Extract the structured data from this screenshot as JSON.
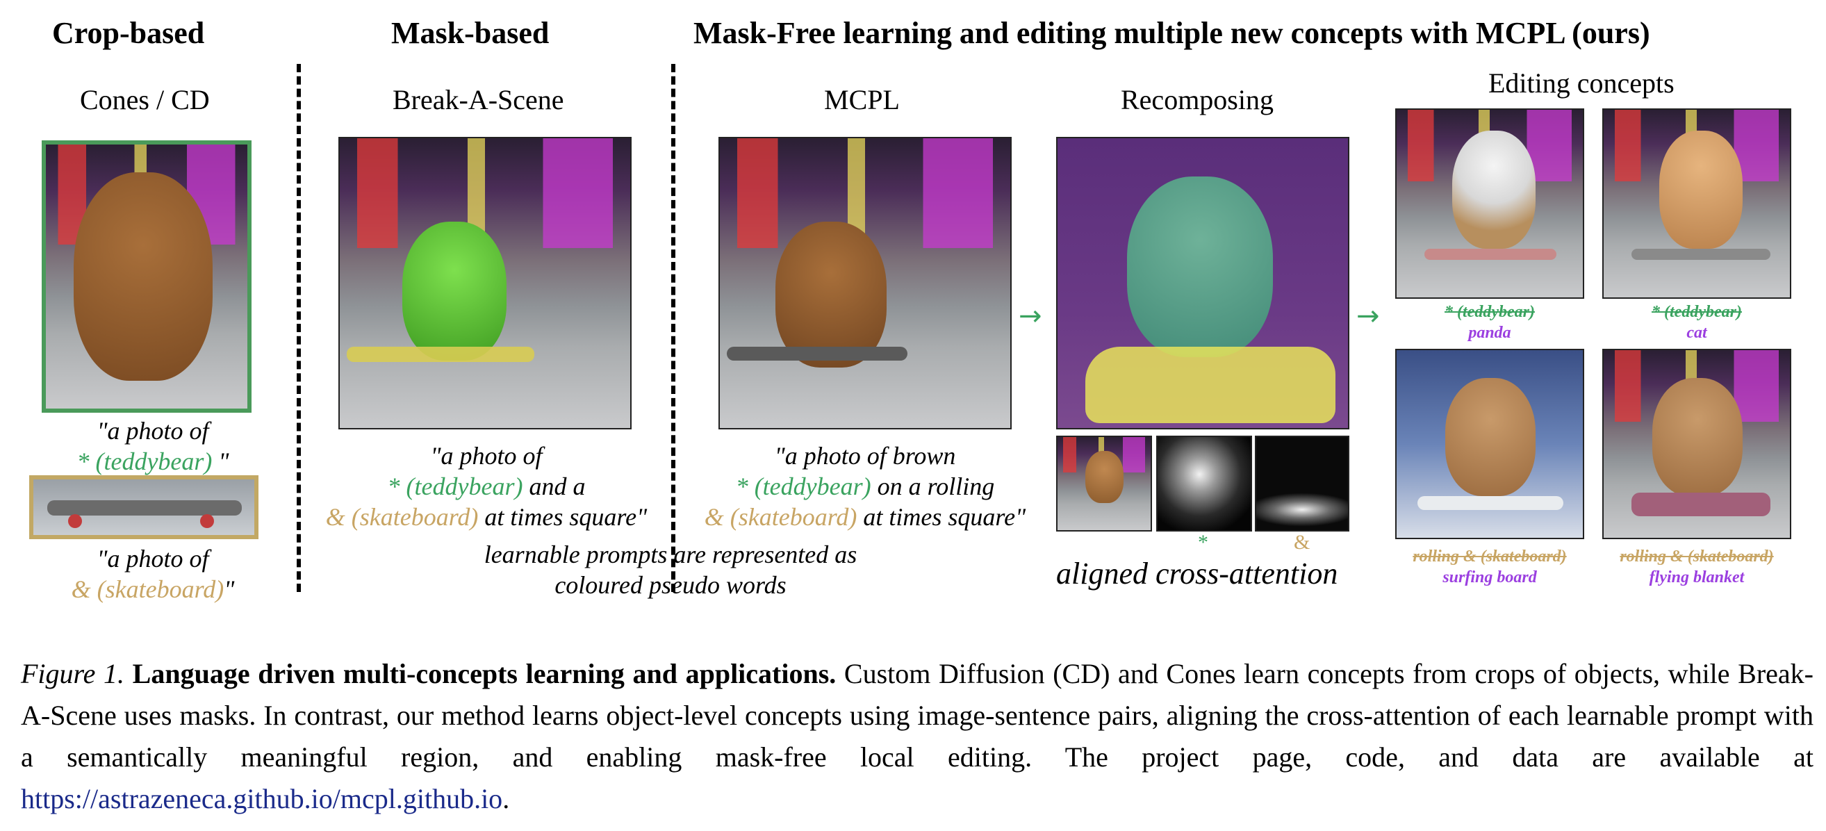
{
  "headers": {
    "crop": "Crop-based",
    "mask": "Mask-based",
    "maskfree": "Mask-Free learning and editing multiple new concepts with MCPL (ours)"
  },
  "subtitles": {
    "cones": "Cones / CD",
    "break": "Break-A-Scene",
    "mcpl": "MCPL",
    "recomposing": "Recomposing",
    "editing": "Editing concepts"
  },
  "captions": {
    "crop1_a": "\"a photo of",
    "crop1_b": "* (teddybear)",
    "crop1_c": " \"",
    "crop2_a": "\"a photo of",
    "crop2_b": "& (skateboard)",
    "crop2_c": "\"",
    "bas_a": "\"a photo of",
    "bas_b": "* (teddybear)",
    "bas_c": " and a",
    "bas_d": "& (skateboard)",
    "bas_e": " at times square\"",
    "mcpl_a": "\"a photo of brown",
    "mcpl_b": "* (teddybear)",
    "mcpl_c": " on a rolling",
    "mcpl_d": "& (skateboard)",
    "mcpl_e": " at times square\"",
    "learnable_1": "learnable prompts are represented as",
    "learnable_2": "coloured pseudo words",
    "attn_star": "*",
    "attn_amp": "&",
    "aligned": "aligned cross-attention"
  },
  "edits": [
    {
      "strike": "* (teddybear)",
      "new": "panda",
      "strike_color": "green"
    },
    {
      "strike": "* (teddybear)",
      "new": "cat",
      "strike_color": "green"
    },
    {
      "strike": "rolling & (skateboard)",
      "new": "surfing board",
      "strike_color": "gold"
    },
    {
      "strike": "rolling & (skateboard)",
      "new": "flying blanket",
      "strike_color": "gold"
    }
  ],
  "figure_caption": {
    "label": "Figure 1.",
    "bold": "Language driven multi-concepts learning and applications.",
    "text": " Custom Diffusion (CD) and Cones learn concepts from crops of objects, while Break-A-Scene uses masks. In contrast, our method learns object-level concepts using image-sentence pairs, aligning the cross-attention of each learnable prompt with a semantically meaningful region, and enabling mask-free local editing. The project page, code, and data are available at ",
    "link": "https://astrazeneca.github.io/mcpl.github.io",
    "end": "."
  },
  "colors": {
    "concept_green": "#3aa35f",
    "concept_gold": "#c8a564",
    "edit_purple": "#9b3fe0",
    "link_blue": "#1a2a8a"
  }
}
